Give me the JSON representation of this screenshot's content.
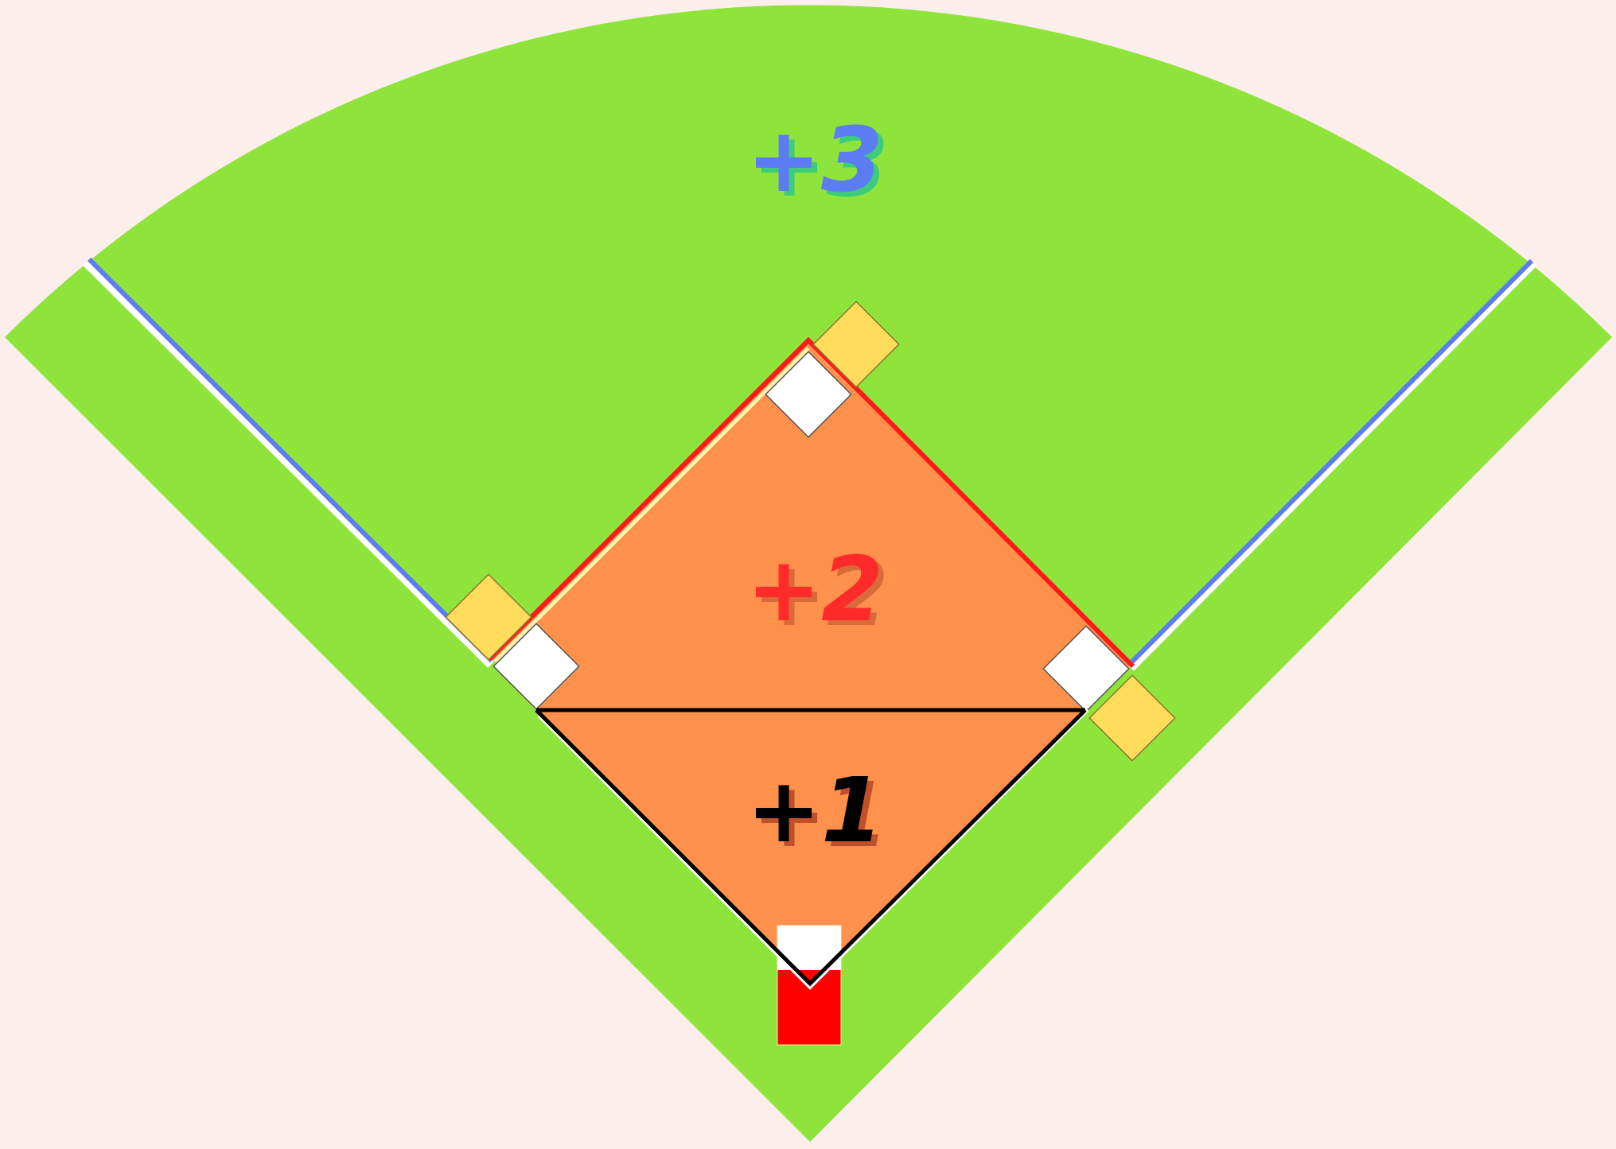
{
  "zones": [
    {
      "id": "outfield",
      "label": "+3",
      "color": "#5b7cf2",
      "shadow": "#3dcc7a"
    },
    {
      "id": "upper-infield",
      "label": "+2",
      "color": "#ff2a2a",
      "shadow": "#d96a3a"
    },
    {
      "id": "lower-infield",
      "label": "+1",
      "color": "#000000",
      "shadow": "#c0502a"
    }
  ],
  "colors": {
    "background": "#fbeeeb",
    "grass": "#8fe43c",
    "infield": "#ff914d",
    "base": "#ffffff",
    "base_marker": "#ffdc5c",
    "outfield_line": "#5b7cf2",
    "infield_line": "#ff1a1a",
    "divider_line": "#000000",
    "home_box": "#ff0000"
  }
}
